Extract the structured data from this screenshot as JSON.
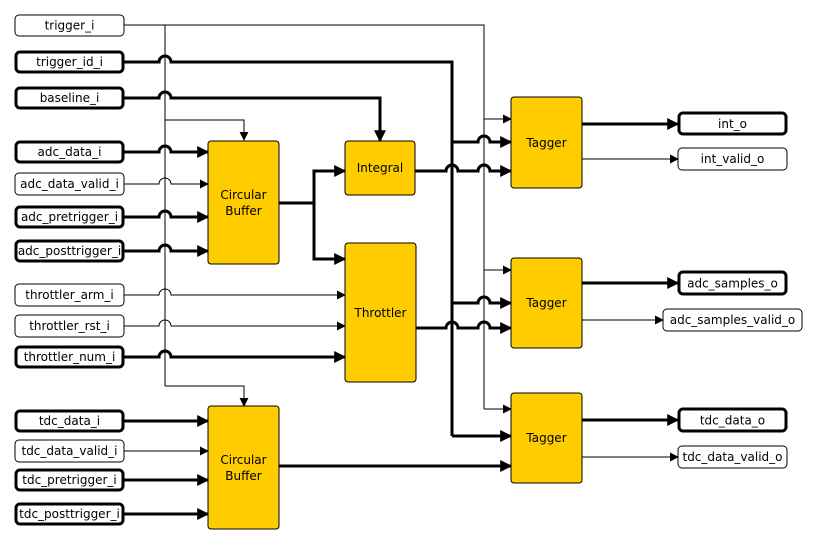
{
  "inputs": {
    "trigger_i": "trigger_i",
    "trigger_id_i": "trigger_id_i",
    "baseline_i": "baseline_i",
    "adc_data_i": "adc_data_i",
    "adc_data_valid_i": "adc_data_valid_i",
    "adc_pretrigger_i": "adc_pretrigger_i",
    "adc_posttrigger_i": "adc_posttrigger_i",
    "throttler_arm_i": "throttler_arm_i",
    "throttler_rst_i": "throttler_rst_i",
    "throttler_num_i": "throttler_num_i",
    "tdc_data_i": "tdc_data_i",
    "tdc_data_valid_i": "tdc_data_valid_i",
    "tdc_pretrigger_i": "tdc_pretrigger_i",
    "tdc_posttrigger_i": "tdc_posttrigger_i"
  },
  "blocks": {
    "circular_buffer_line1": "Circular",
    "circular_buffer_line2": "Buffer",
    "integral": "Integral",
    "throttler": "Throttler",
    "tagger": "Tagger"
  },
  "outputs": {
    "int_o": "int_o",
    "int_valid_o": "int_valid_o",
    "adc_samples_o": "adc_samples_o",
    "adc_samples_valid_o": "adc_samples_valid_o",
    "tdc_data_o": "tdc_data_o",
    "tdc_data_valid_o": "tdc_data_valid_o"
  }
}
